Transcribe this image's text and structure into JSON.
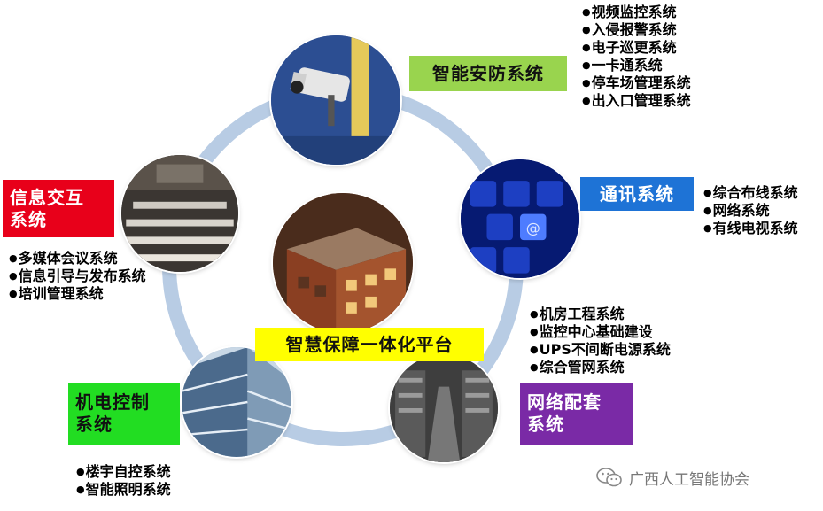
{
  "center": {
    "title": "智慧保障一体化平台"
  },
  "nodes": {
    "security": {
      "title": "智能安防系统",
      "items": [
        "视频监控系统",
        "入侵报警系统",
        "电子巡更系统",
        "一卡通系统",
        "停车场管理系统",
        "出入口管理系统"
      ]
    },
    "communication": {
      "title": "通讯系统",
      "items": [
        "综合布线系统",
        "网络系统",
        "有线电视系统"
      ]
    },
    "info": {
      "title_line1": "信息交互",
      "title_line2": "系统",
      "items": [
        "多媒体会议系统",
        "信息引导与发布系统",
        "培训管理系统"
      ]
    },
    "network": {
      "title_line1": "网络配套",
      "title_line2": "系统",
      "items": [
        "机房工程系统",
        "监控中心基础建设",
        "UPS不间断电源系统",
        "综合管网系统"
      ]
    },
    "mechanical": {
      "title_line1": "机电控制",
      "title_line2": "系统",
      "items": [
        "楼宇自控系统",
        "智能照明系统"
      ]
    }
  },
  "watermark": {
    "text": "广西人工智能协会"
  },
  "colors": {
    "security_label": "#99d44e",
    "communication_label": "#1e73d6",
    "info_label": "#e8001a",
    "center_label": "#ffff00",
    "mechanical_label": "#22dd22",
    "network_label": "#7a2aa6",
    "ring": "#b8cce4"
  }
}
